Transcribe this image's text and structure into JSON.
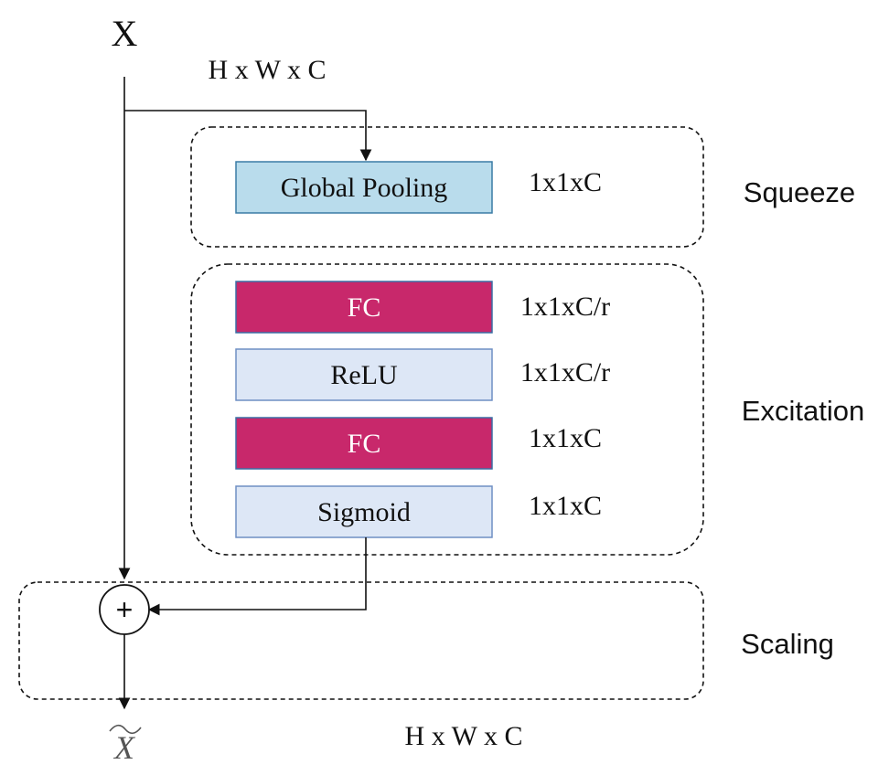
{
  "input": {
    "symbol": "X",
    "shape": "H x W x C"
  },
  "output": {
    "symbol": "X",
    "shape": "H x W x C"
  },
  "stages": {
    "squeeze": {
      "label": "Squeeze"
    },
    "excitation": {
      "label": "Excitation"
    },
    "scaling": {
      "label": "Scaling"
    }
  },
  "blocks": [
    {
      "label": "Global Pooling",
      "shape": "1x1xC",
      "fill": "#b9dcec",
      "stroke": "#3a7ca5",
      "text_color": "#111111"
    },
    {
      "label": "FC",
      "shape": "1x1xC/r",
      "fill": "#c8286b",
      "stroke": "#3a6ea5",
      "text_color": "#ffffff"
    },
    {
      "label": "ReLU",
      "shape": "1x1xC/r",
      "fill": "#dde7f6",
      "stroke": "#6f8fc4",
      "text_color": "#111111"
    },
    {
      "label": "FC",
      "shape": "1x1xC",
      "fill": "#c8286b",
      "stroke": "#3a6ea5",
      "text_color": "#ffffff"
    },
    {
      "label": "Sigmoid",
      "shape": "1x1xC",
      "fill": "#dde7f6",
      "stroke": "#6f8fc4",
      "text_color": "#111111"
    }
  ],
  "operator": {
    "symbol": "+"
  }
}
